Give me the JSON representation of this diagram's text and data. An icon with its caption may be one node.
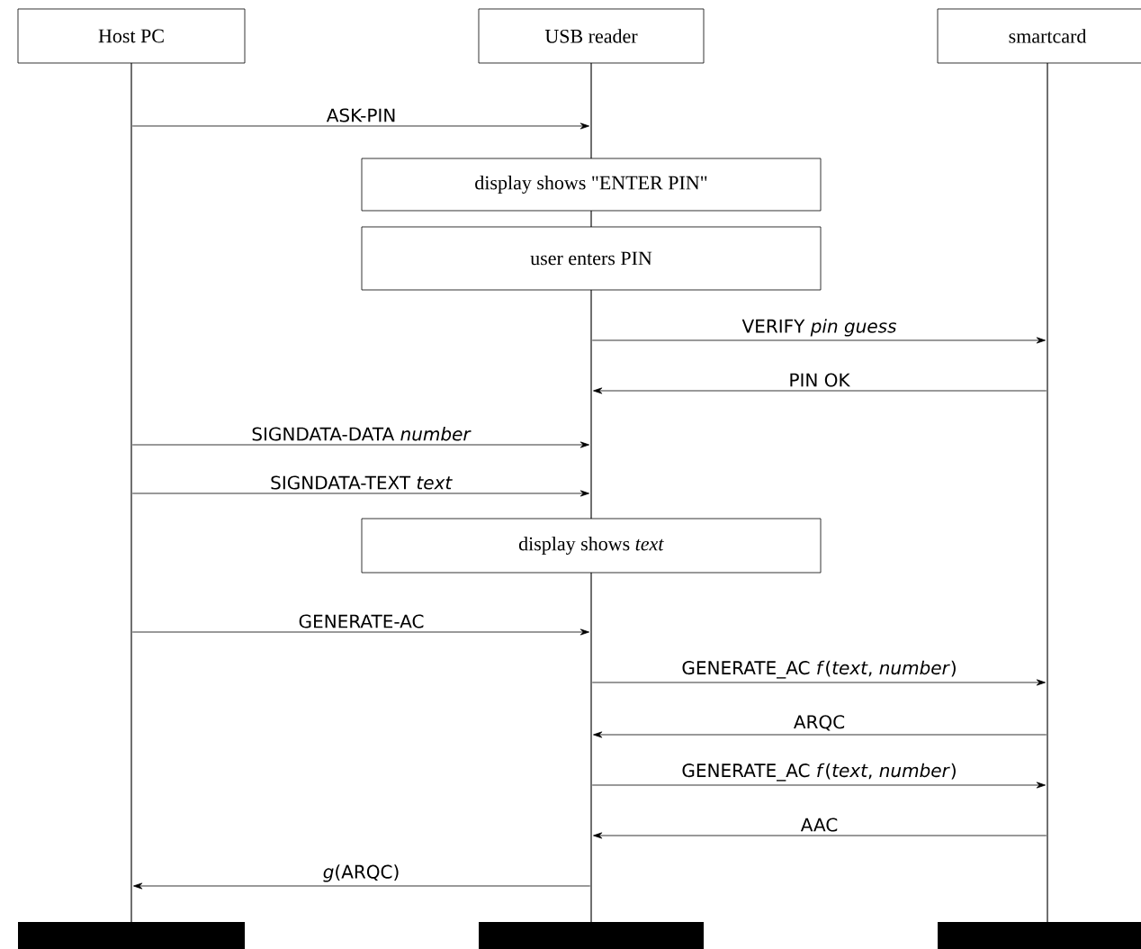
{
  "diagram": {
    "nodes": [
      {
        "text": [
          "Host PC"
        ]
      },
      {
        "text": [
          "USB reader"
        ]
      },
      {
        "text": [
          "smartcard"
        ]
      },
      {
        "text": [
          "display shows \"ENTER PIN\""
        ]
      },
      {
        "text": [
          "user enters PIN"
        ]
      },
      {
        "text": [
          "display shows *text*"
        ]
      },
      {
        "text": [],
        "shape": "line"
      },
      {
        "text": [],
        "shape": "line"
      },
      {
        "text": [],
        "shape": "line"
      },
      {
        "text": [],
        "shape": "line"
      },
      {
        "text": [],
        "shape": "line"
      },
      {
        "text": [],
        "shape": "line"
      },
      {
        "text": [],
        "shape": "bar"
      },
      {
        "text": [],
        "shape": "bar"
      },
      {
        "text": [],
        "shape": "bar"
      }
    ],
    "edges": [
      {
        "from": 6,
        "to": 7,
        "arrow": "to",
        "label": "ASK-PIN"
      },
      {
        "from": 9,
        "to": 11,
        "arrow": "to",
        "label": "VERIFY *pin guess*"
      },
      {
        "from": 11,
        "to": 9,
        "arrow": "to",
        "label": "PIN OK"
      },
      {
        "from": 6,
        "to": 9,
        "arrow": "to",
        "label": "SIGNDATA-DATA *number*"
      },
      {
        "from": 6,
        "to": 9,
        "arrow": "to",
        "label": "SIGNDATA-TEXT *text*"
      },
      {
        "from": 6,
        "to": 10,
        "arrow": "to",
        "label": "GENERATE-AC"
      },
      {
        "from": 10,
        "to": 11,
        "arrow": "to",
        "label": "GENERATE_AC *f*(*text*, *number*)"
      },
      {
        "from": 11,
        "to": 10,
        "arrow": "to",
        "label": "ARQC"
      },
      {
        "from": 10,
        "to": 11,
        "arrow": "to",
        "label": "GENERATE_AC *f*(*text*, *number*)"
      },
      {
        "from": 11,
        "to": 10,
        "arrow": "to",
        "label": "AAC"
      },
      {
        "from": 10,
        "to": 6,
        "arrow": "to",
        "label": "*g*(ARQC)"
      }
    ]
  }
}
